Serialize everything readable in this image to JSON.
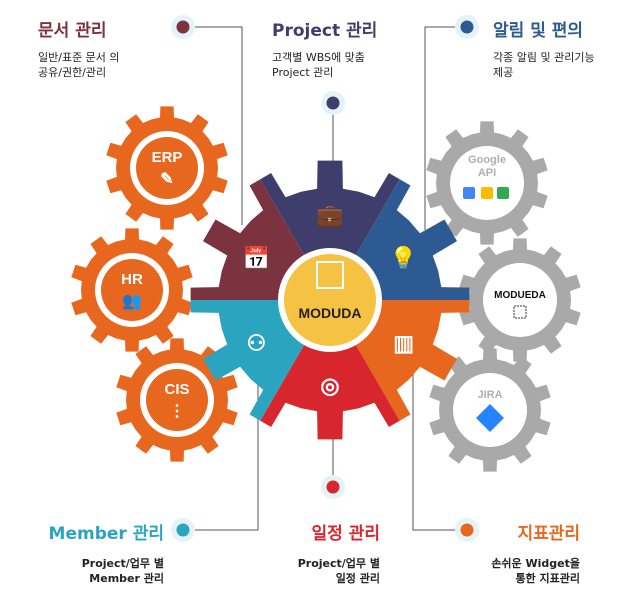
{
  "features": [
    {
      "title": "문서 관리",
      "desc": [
        "일반/표준 문서 의",
        "공유/권한/관리"
      ],
      "color": "#7b3340"
    },
    {
      "title": "Project 관리",
      "desc": [
        "고객별 WBS에 맞춤",
        "Project 관리"
      ],
      "color": "#3f3d6b"
    },
    {
      "title": "알림 및 편의",
      "desc": [
        "각종 알림 및 관리기능",
        "제공"
      ],
      "color": "#2e5a93"
    },
    {
      "title": "Member 관리",
      "desc": [
        "Project/업무 별",
        "Member 관리"
      ],
      "color": "#2ba4c0"
    },
    {
      "title": "일정 관리",
      "desc": [
        "Project/업무 별",
        "일정 관리"
      ],
      "color": "#d7262d"
    },
    {
      "title": "지표관리",
      "desc": [
        "손쉬운 Widget을",
        "통한 지표관리"
      ],
      "color": "#e8671f"
    }
  ],
  "center": {
    "label": "MODUDA",
    "color": "#f5c243"
  },
  "left_gears": [
    {
      "label": "ERP",
      "icon": "document-icon"
    },
    {
      "label": "HR",
      "icon": "people-icon"
    },
    {
      "label": "CIS",
      "icon": "hierarchy-icon"
    }
  ],
  "right_gears": [
    {
      "label": "Google API",
      "line1": "Google",
      "line2": "API",
      "icon": "google-apps-icon"
    },
    {
      "label": "MODUEDA",
      "icon": "chip-icon"
    },
    {
      "label": "JIRA",
      "icon": "jira-icon"
    }
  ],
  "colors": {
    "orange": "#e8671f",
    "gray": "#a9a9a9"
  }
}
